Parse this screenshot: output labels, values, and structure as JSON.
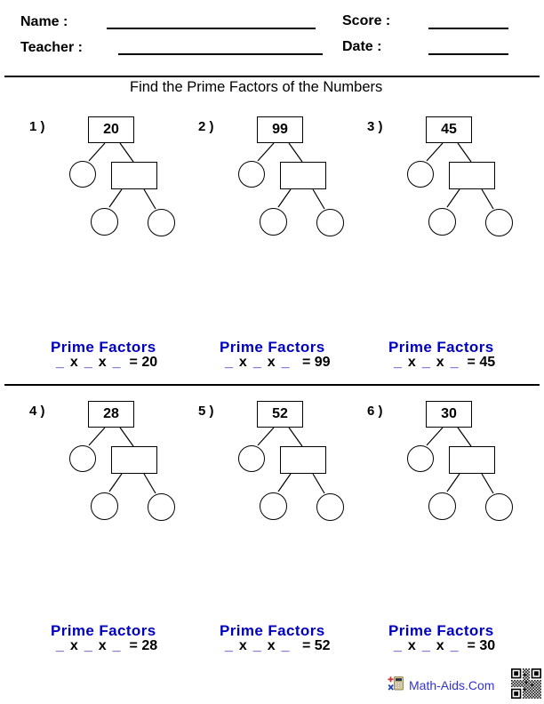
{
  "header": {
    "name_label": "Name :",
    "teacher_label": "Teacher :",
    "score_label": "Score :",
    "date_label": "Date :"
  },
  "title": "Find the Prime Factors of the Numbers",
  "prime_factors_label": "Prime Factors",
  "equation": {
    "blank": "_",
    "times": "x"
  },
  "problems": [
    {
      "label": "1 )",
      "number": "20",
      "result": "= 20"
    },
    {
      "label": "2 )",
      "number": "99",
      "result": " = 99"
    },
    {
      "label": "3 )",
      "number": "45",
      "result": "= 45"
    },
    {
      "label": "4 )",
      "number": "28",
      "result": "= 28"
    },
    {
      "label": "5 )",
      "number": "52",
      "result": " = 52"
    },
    {
      "label": "6 )",
      "number": "30",
      "result": "= 30"
    }
  ],
  "footer": {
    "brand": "Math-Aids.Com",
    "icons": [
      "calculator-icon",
      "qr-code"
    ]
  },
  "colors": {
    "accent_blue": "#0000C0",
    "brand_blue": "#3333CC",
    "ink": "#000000"
  }
}
